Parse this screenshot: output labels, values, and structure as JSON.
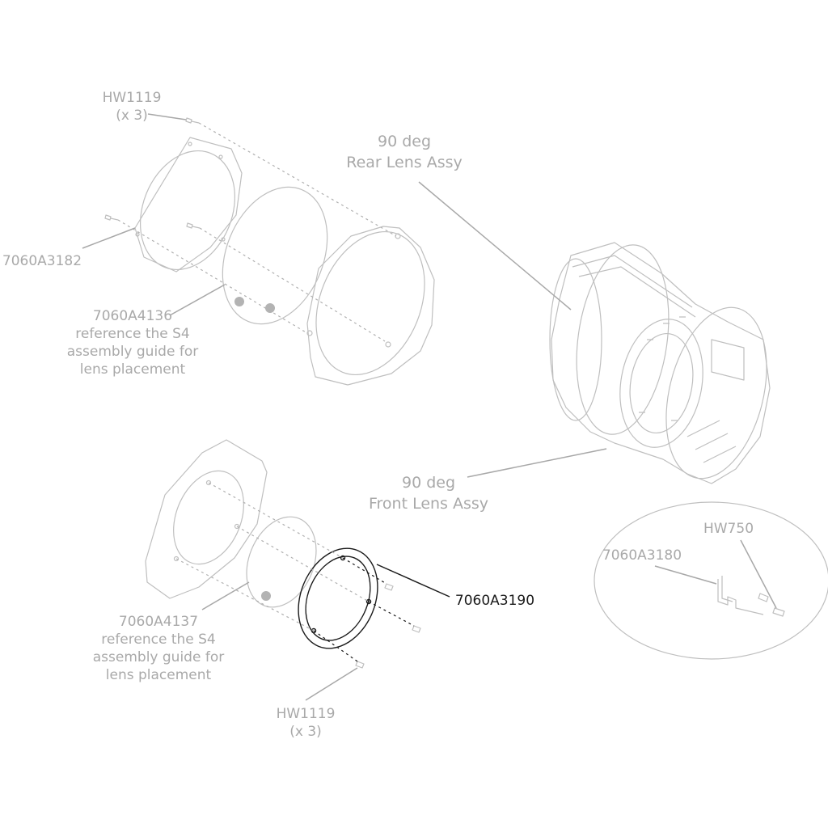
{
  "colors": {
    "part": "#bfbfbf",
    "leader": "#a8a8a8",
    "highlight": "#1a1a1a",
    "lens_dot": "#b3b3b3",
    "label": "#a9a9a9"
  },
  "labels": {
    "hw1119_top": {
      "part": "HW1119",
      "qty": "(x 3)"
    },
    "p_7060A3182": "7060A3182",
    "p_7060A4136": {
      "part": "7060A4136",
      "note": [
        "reference the S4",
        "assembly guide for",
        "lens placement"
      ]
    },
    "rear_assy": [
      "90 deg",
      "Rear Lens Assy"
    ],
    "front_assy": [
      "90 deg",
      "Front Lens Assy"
    ],
    "hw750": "HW750",
    "p_7060A3180": "7060A3180",
    "p_7060A3190": "7060A3190",
    "p_7060A4137": {
      "part": "7060A4137",
      "note": [
        "reference the S4",
        "assembly guide for",
        "lens placement"
      ]
    },
    "hw1119_bottom": {
      "part": "HW1119",
      "qty": "(x 3)"
    }
  }
}
